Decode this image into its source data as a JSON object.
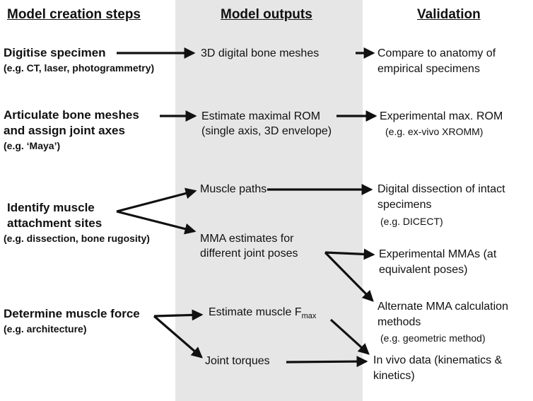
{
  "headings": {
    "steps": "Model creation steps",
    "outputs": "Model outputs",
    "validation": "Validation"
  },
  "steps": {
    "digitise": {
      "title": "Digitise specimen",
      "example": "(e.g. CT, laser, photogrammetry)"
    },
    "articulate": {
      "title_line1": "Articulate bone meshes",
      "title_line2": "and assign joint axes",
      "example": "(e.g. ‘Maya’)"
    },
    "muscle": {
      "title_line1": "Identify muscle",
      "title_line2": "attachment sites",
      "example": "(e.g. dissection, bone rugosity)"
    },
    "force": {
      "title": "Determine muscle force",
      "example": "(e.g. architecture)"
    }
  },
  "outputs": {
    "meshes": "3D digital bone meshes",
    "rom_line1": "Estimate maximal ROM",
    "rom_line2": "(single axis, 3D envelope)",
    "paths": "Muscle paths",
    "mma_line1": "MMA estimates for",
    "mma_line2": "different joint poses",
    "fmax_main": "Estimate muscle F",
    "fmax_sub": "max",
    "torques": "Joint torques"
  },
  "validation": {
    "anatomy_line1": "Compare to anatomy of",
    "anatomy_line2": "empirical specimens",
    "rom_line1": "Experimental max. ROM",
    "rom_example": "(e.g. ex-vivo XROMM)",
    "dissection_line1": "Digital dissection of intact",
    "dissection_line2": "specimens",
    "dissection_example": "(e.g. DICECT)",
    "mmas_line1": "Experimental MMAs (at",
    "mmas_line2": "equivalent poses)",
    "alt_line1": "Alternate MMA calculation",
    "alt_line2": "methods",
    "alt_example": "(e.g. geometric method)",
    "invivo_line1": "In vivo data (kinematics &",
    "invivo_line2": "kinetics)"
  },
  "colors": {
    "panel": "#e6e6e6",
    "arrow": "#111111"
  }
}
